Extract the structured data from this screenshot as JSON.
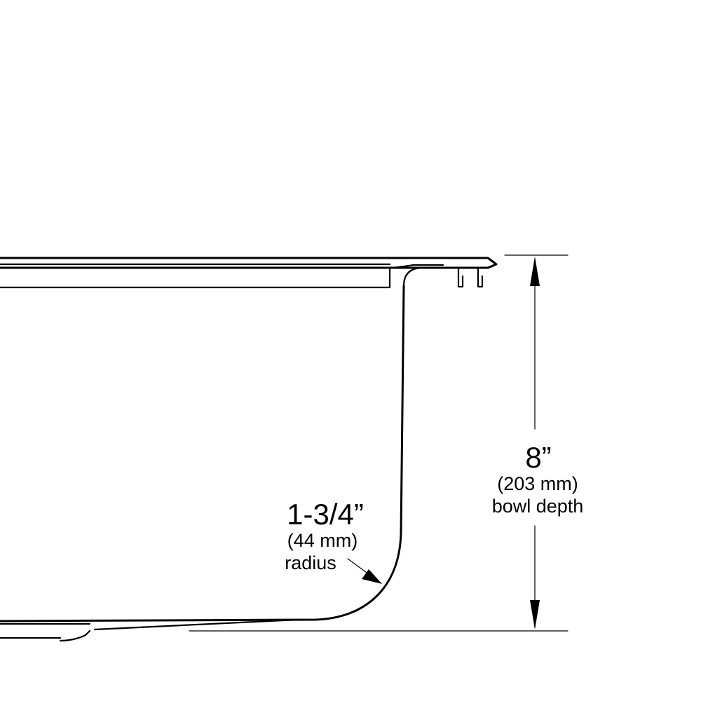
{
  "depth_dimension": {
    "value": "8”",
    "metric": "(203 mm)",
    "label": "bowl depth"
  },
  "radius_dimension": {
    "value": "1-3/4”",
    "metric": "(44 mm)",
    "label": "radius"
  },
  "colors": {
    "line": "#000000",
    "background": "#ffffff"
  }
}
